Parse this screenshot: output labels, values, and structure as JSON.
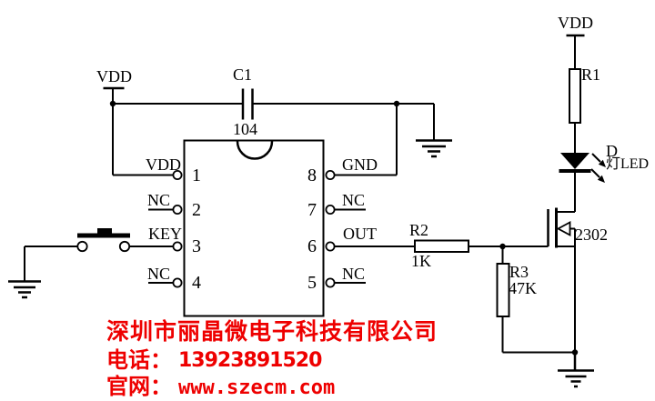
{
  "colors": {
    "wire": "#000000",
    "label_text": "#000000",
    "footer_red": "#ee0000",
    "background": "#ffffff"
  },
  "power": {
    "vdd_left": "VDD",
    "vdd_right": "VDD"
  },
  "capacitor": {
    "ref": "C1",
    "value": "104"
  },
  "resistors": {
    "r1": {
      "ref": "R1"
    },
    "r2": {
      "ref": "R2",
      "value": "1K"
    },
    "r3": {
      "ref": "R3",
      "value": "47K"
    }
  },
  "led": {
    "ref": "D",
    "name": "灯LED"
  },
  "mosfet": {
    "part": "2302"
  },
  "ic": {
    "left_pins": [
      {
        "number": "1",
        "label": "VDD"
      },
      {
        "number": "2",
        "label": "NC"
      },
      {
        "number": "3",
        "label": "KEY"
      },
      {
        "number": "4",
        "label": "NC"
      }
    ],
    "right_pins": [
      {
        "number": "8",
        "label": "GND"
      },
      {
        "number": "7",
        "label": "NC"
      },
      {
        "number": "6",
        "label": "OUT"
      },
      {
        "number": "5",
        "label": "NC"
      }
    ]
  },
  "footer": {
    "company": "深圳市丽晶微电子科技有限公司",
    "phone_label": "电话：",
    "phone_number": "13923891520",
    "website_label": "官网：",
    "website": "www.szecm.com"
  }
}
